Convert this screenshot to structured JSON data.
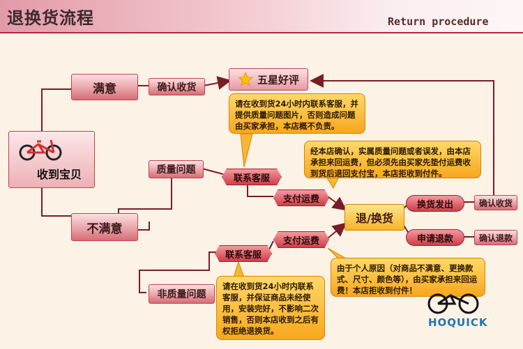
{
  "header": {
    "title_cn": "退换货流程",
    "title_en": "Return procedure"
  },
  "nodes": {
    "received": "收到宝贝",
    "satisfied": "满意",
    "unsatisfied": "不满意",
    "confirm_receipt_top": "确认收货",
    "five_star": "五星好评",
    "quality_issue": "质量问题",
    "non_quality_issue": "非质量问题",
    "contact_service_1": "联系客服",
    "contact_service_2": "联系客服",
    "pay_shipping_1": "支付运费",
    "pay_shipping_2": "支付运费",
    "return_exchange": "退/换货",
    "exchange_ship": "换货发出",
    "apply_refund": "申请退款",
    "confirm_receipt_right": "确认收货",
    "confirm_refund": "确认退款"
  },
  "notes": {
    "quality_contact": "请在收到货24小时内联系客服，并提供质量问题图片，否则造成问题由买家承担，本店概不负责。",
    "store_confirm": "经本店确认，实属质量问题或者误发，由本店承担来回运费，但必须先由买家先垫付运费收到货后退回支付宝，本店拒收到付件。",
    "personal_reason": "由于个人原因（对商品不满意、更换款式、尺寸、颜色等），由买家承担来回运费！本店拒收到付件！",
    "non_quality_contact": "请在收到货24小时内联系客服，并保证商品未经使用，安装完好，不影响二次销售，否则本店收到之后有权拒绝退换货。"
  },
  "logo": {
    "brand": "HOQUICK"
  },
  "colors": {
    "accent_red": "#b3263a",
    "note_orange": "#f7a71d",
    "line": "#7a1c26"
  },
  "icons": [
    "star-icon",
    "bicycle-icon",
    "arrow-icon"
  ]
}
